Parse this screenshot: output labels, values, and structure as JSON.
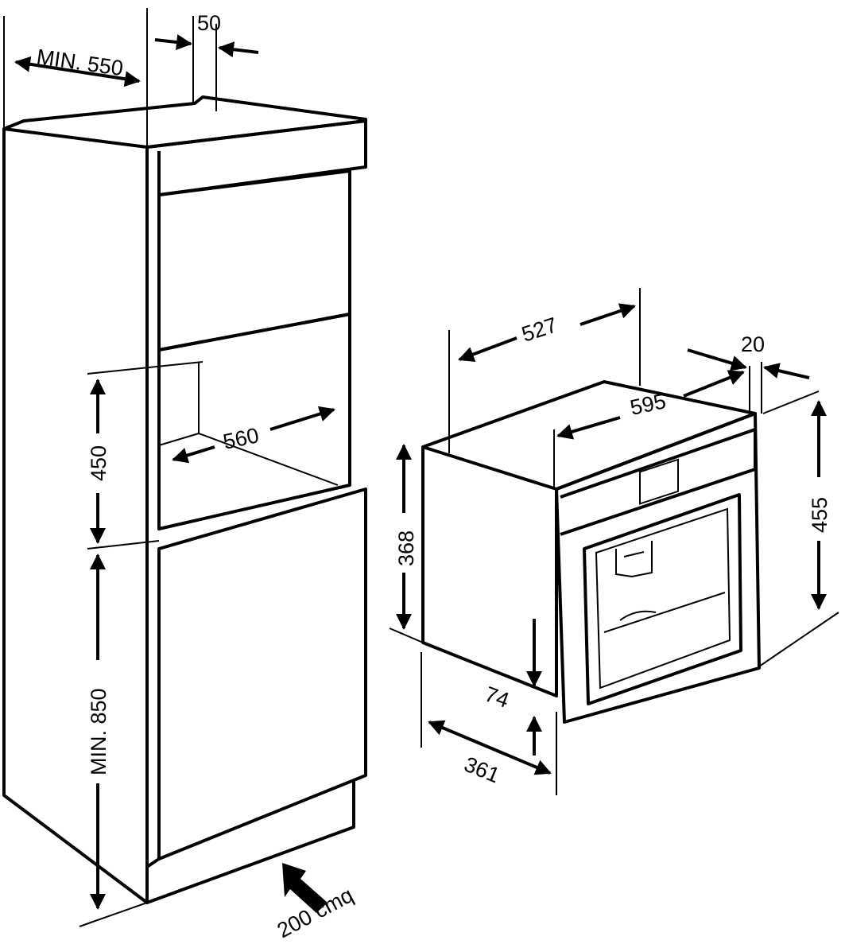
{
  "drawing": {
    "cabinet": {
      "min_depth": "MIN. 550",
      "vent_gap": "50",
      "niche_height": "450",
      "niche_width": "560",
      "min_floor_height": "MIN. 850",
      "vent_area": "200 cmq"
    },
    "appliance": {
      "body_depth": "527",
      "front_thickness": "20",
      "width": "595",
      "height": "455",
      "body_height": "368",
      "front_offset": "74",
      "total_depth": "361"
    },
    "colors": {
      "line": "#000000",
      "background": "#ffffff"
    }
  }
}
